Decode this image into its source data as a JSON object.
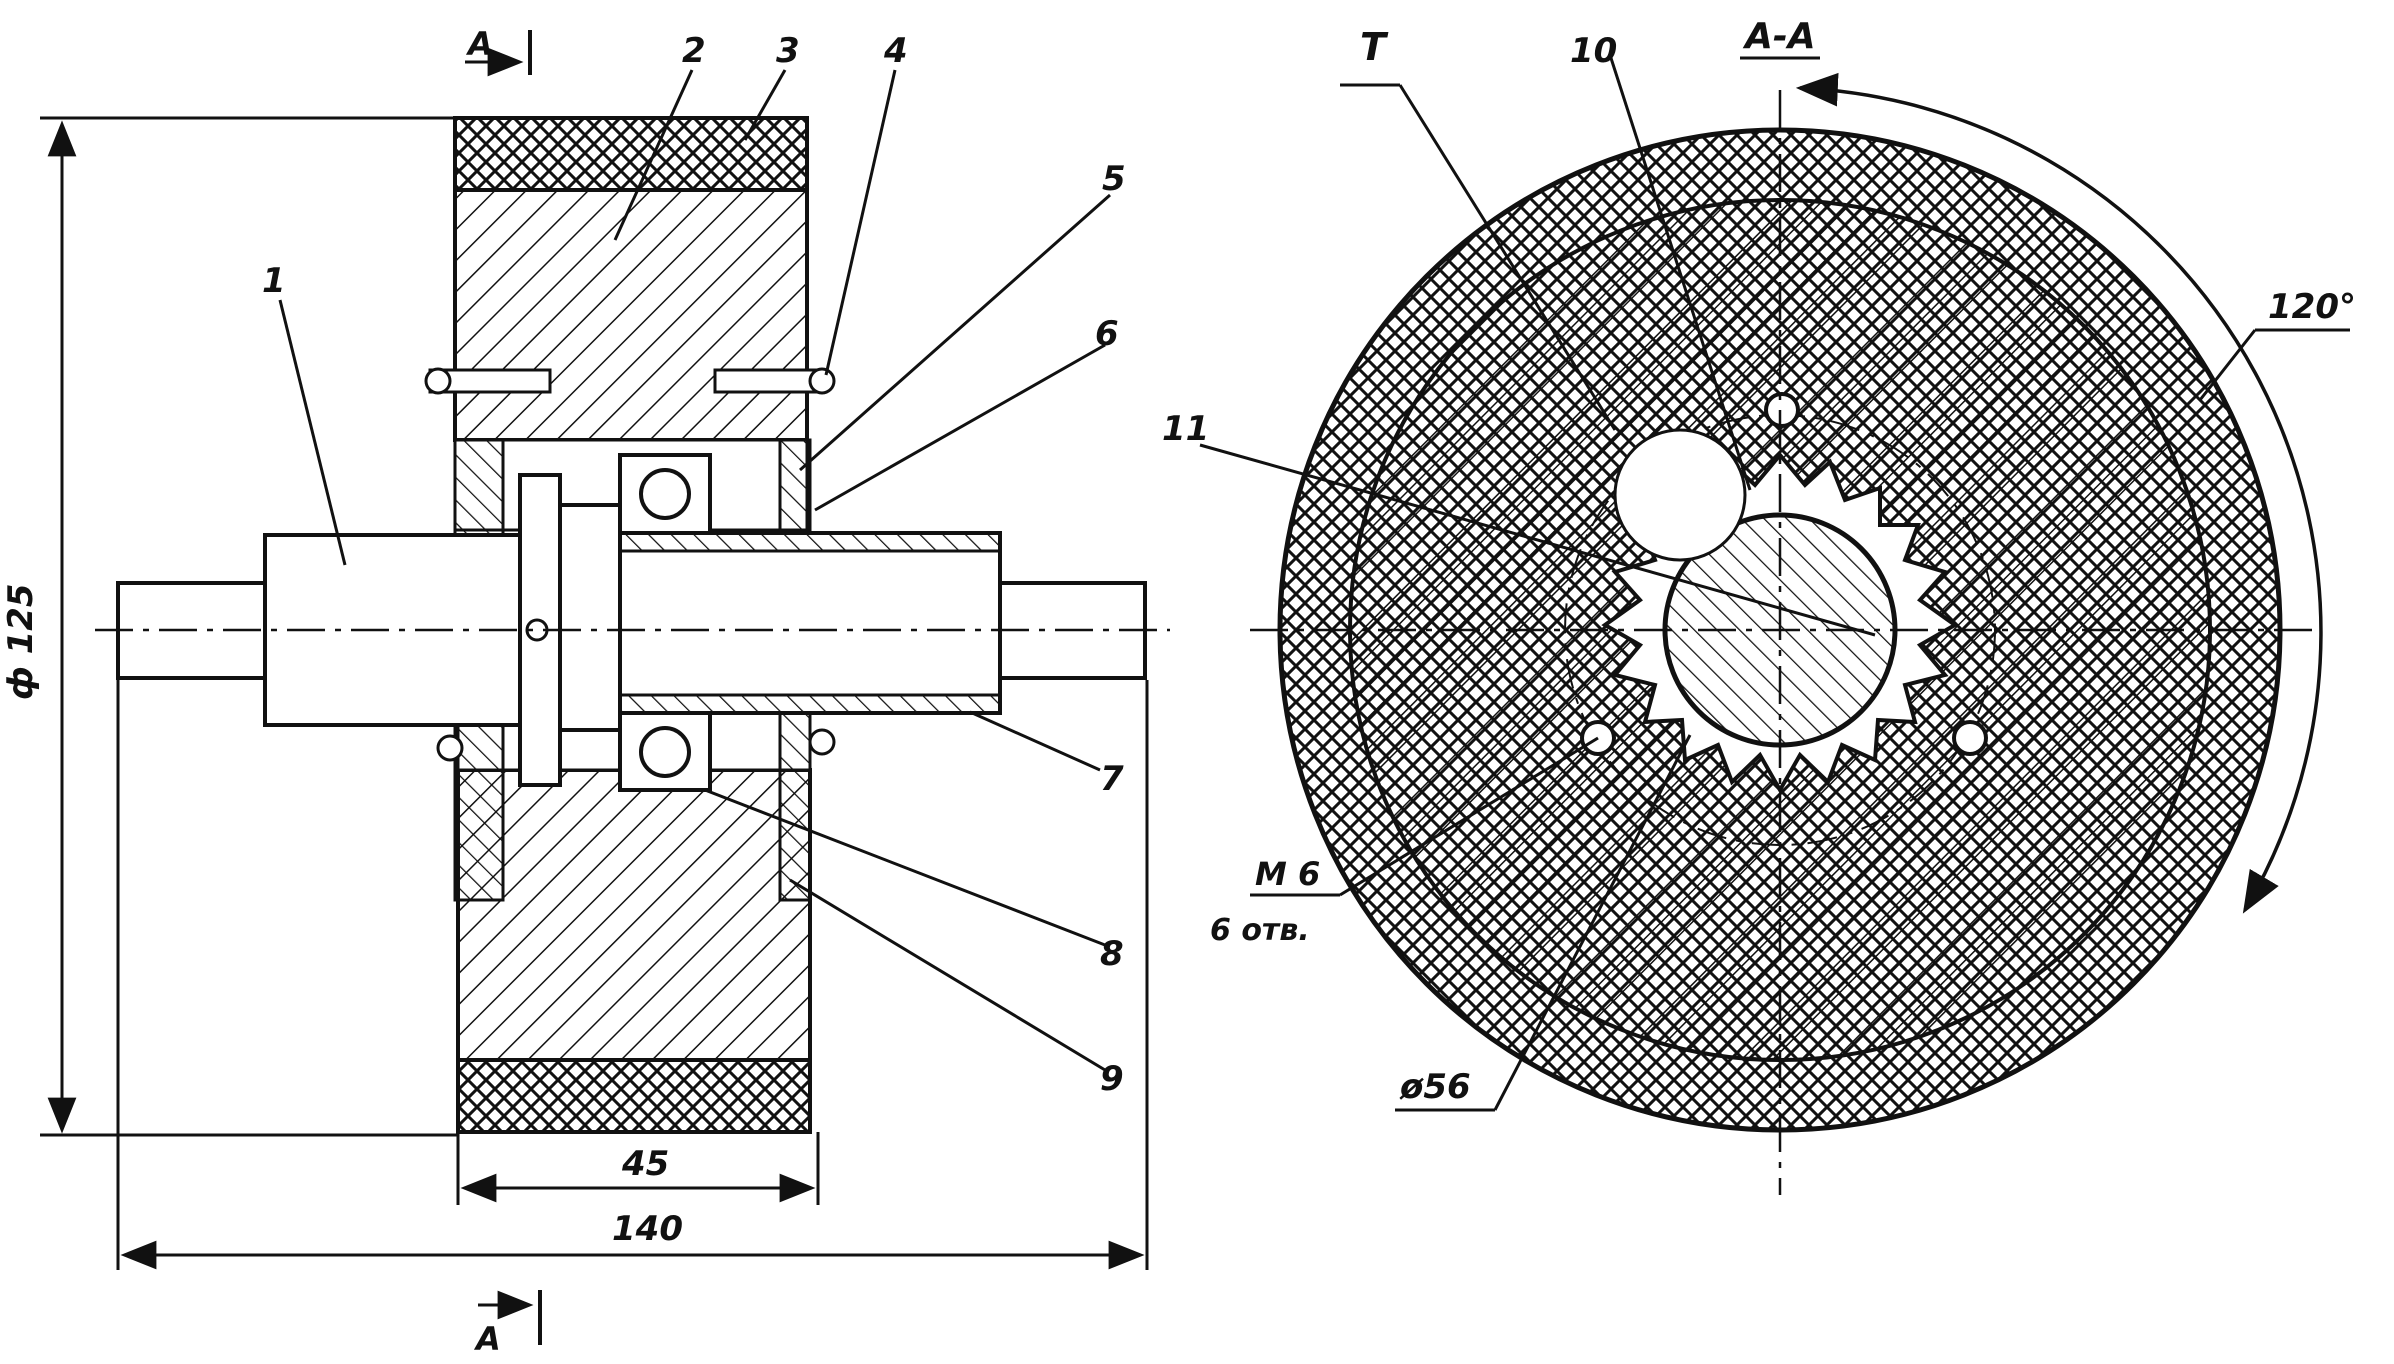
{
  "callouts": {
    "n1": "1",
    "n2": "2",
    "n3": "3",
    "n4": "4",
    "n5": "5",
    "n6": "6",
    "n7": "7",
    "n8": "8",
    "n9": "9",
    "n10": "10",
    "n11": "11"
  },
  "section": {
    "top_marker": "A",
    "bottom_marker": "A",
    "view_title": "A-A",
    "t_marker": "T"
  },
  "dimensions": {
    "diameter": "ф 125",
    "width_45": "45",
    "length_140": "140",
    "angle": "120°",
    "thread": "M 6",
    "holes": "6 отв.",
    "bore": "ø56"
  }
}
